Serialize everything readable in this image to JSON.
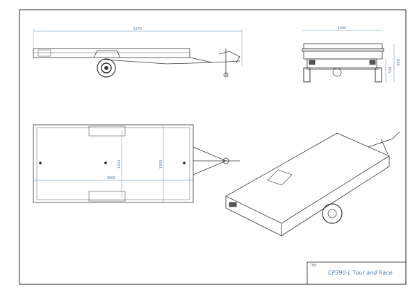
{
  "title_block": {
    "label": "Title",
    "value": "CP390-L Tour and Race"
  },
  "dimensions": {
    "side_length": "5275",
    "front_width": "1990",
    "front_height_total": "888",
    "front_height_bed": "544",
    "top_length": "3900",
    "top_inner_width": "1450",
    "top_outer_width": "1900"
  },
  "colors": {
    "line": "#222222",
    "dimension": "#5a86a8"
  }
}
